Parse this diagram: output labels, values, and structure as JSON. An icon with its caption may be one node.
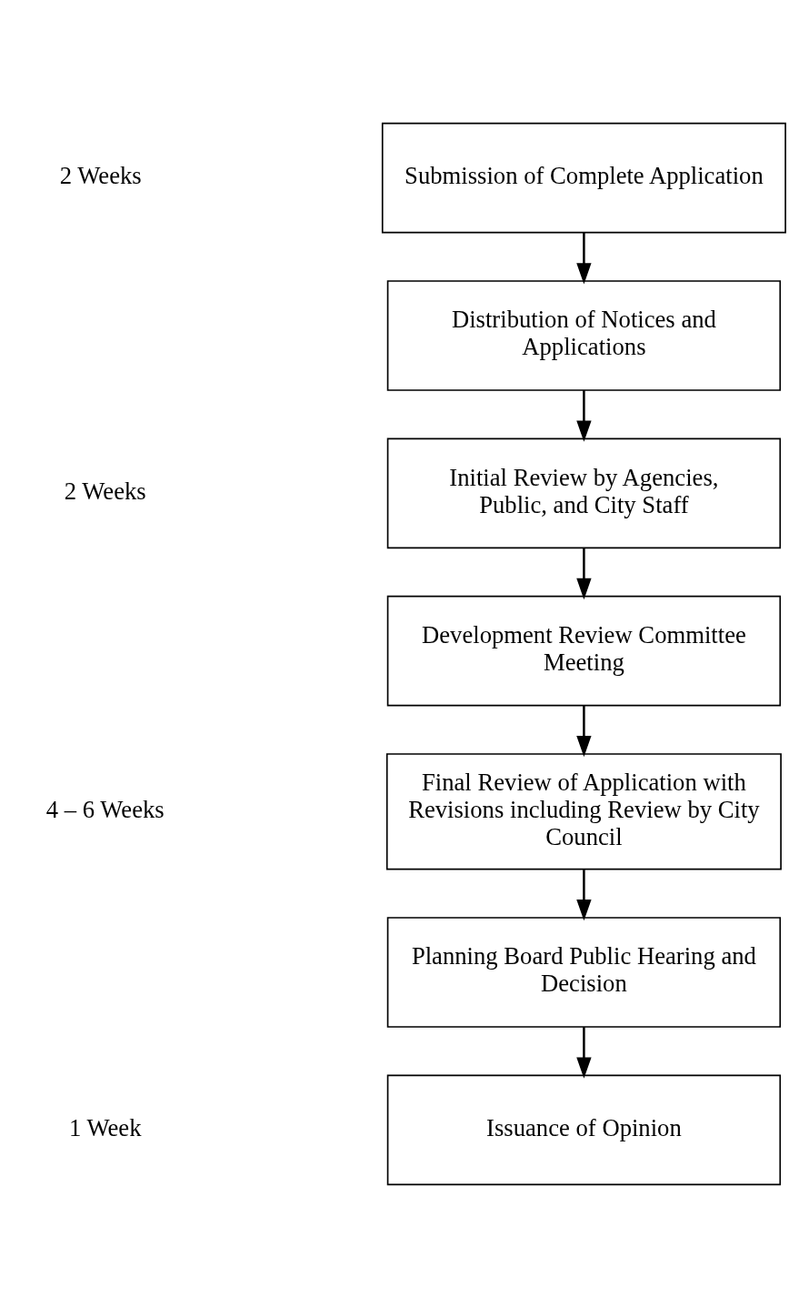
{
  "diagram": {
    "nodes": [
      {
        "text": [
          "Submission of Complete Application"
        ]
      },
      {
        "text": [
          "Distribution of Notices and Applications"
        ]
      },
      {
        "text": [
          "Initial Review by Agencies, Public, and City Staff"
        ]
      },
      {
        "text": [
          "Development Review Committee Meeting"
        ]
      },
      {
        "text": [
          "Final Review of Application with Revisions including Review by City Council"
        ]
      },
      {
        "text": [
          "Planning Board Public Hearing and Decision"
        ]
      },
      {
        "text": [
          "Issuance of Opinion"
        ]
      }
    ],
    "edges": [
      {
        "from": 0,
        "to": 1,
        "arrow": "to"
      },
      {
        "from": 1,
        "to": 2,
        "arrow": "to"
      },
      {
        "from": 2,
        "to": 3,
        "arrow": "to"
      },
      {
        "from": 3,
        "to": 4,
        "arrow": "to"
      },
      {
        "from": 4,
        "to": 5,
        "arrow": "to"
      },
      {
        "from": 5,
        "to": 6,
        "arrow": "to"
      }
    ],
    "labels": [
      "2 Weeks",
      "2 Weeks",
      "4 – 6 Weeks",
      "1 Week"
    ]
  }
}
